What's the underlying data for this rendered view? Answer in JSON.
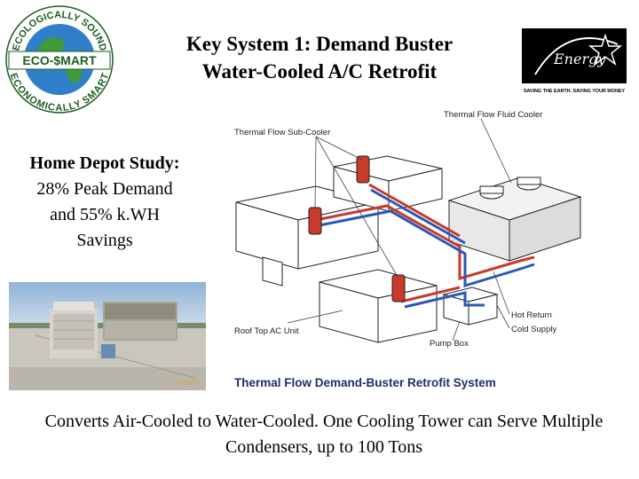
{
  "slide": {
    "title_line1": "Key System 1: Demand Buster",
    "title_line2": "Water-Cooled A/C Retrofit",
    "side_bold": "Home Depot Study:",
    "side_rest": " 28% Peak Demand and 55% k.WH Savings",
    "bottom_text": "Converts Air-Cooled to Water-Cooled.  One Cooling Tower can Serve Multiple Condensers, up to 100 Tons"
  },
  "logos": {
    "eco_top": "ECOLOGICALLY SOUND",
    "eco_mid": "ECO-$MART",
    "eco_bottom": "ECONOMICALLY SMART",
    "energy_script": "Energy",
    "energy_tagline": "SAVING THE EARTH. SAVING YOUR MONEY"
  },
  "photo": {
    "timestamp": "07/4/2006"
  },
  "diagram": {
    "label_fluid_cooler": "Thermal Flow Fluid Cooler",
    "label_sub_cooler": "Thermal Flow Sub-Cooler",
    "label_roof_unit": "Roof Top AC Unit",
    "label_pump_box": "Pump Box",
    "label_hot_return": "Hot Return",
    "label_cold_supply": "Cold Supply",
    "caption": "Thermal Flow Demand-Buster Retrofit System",
    "colors": {
      "hot": "#c83a2a",
      "cold": "#2a58b8"
    }
  }
}
